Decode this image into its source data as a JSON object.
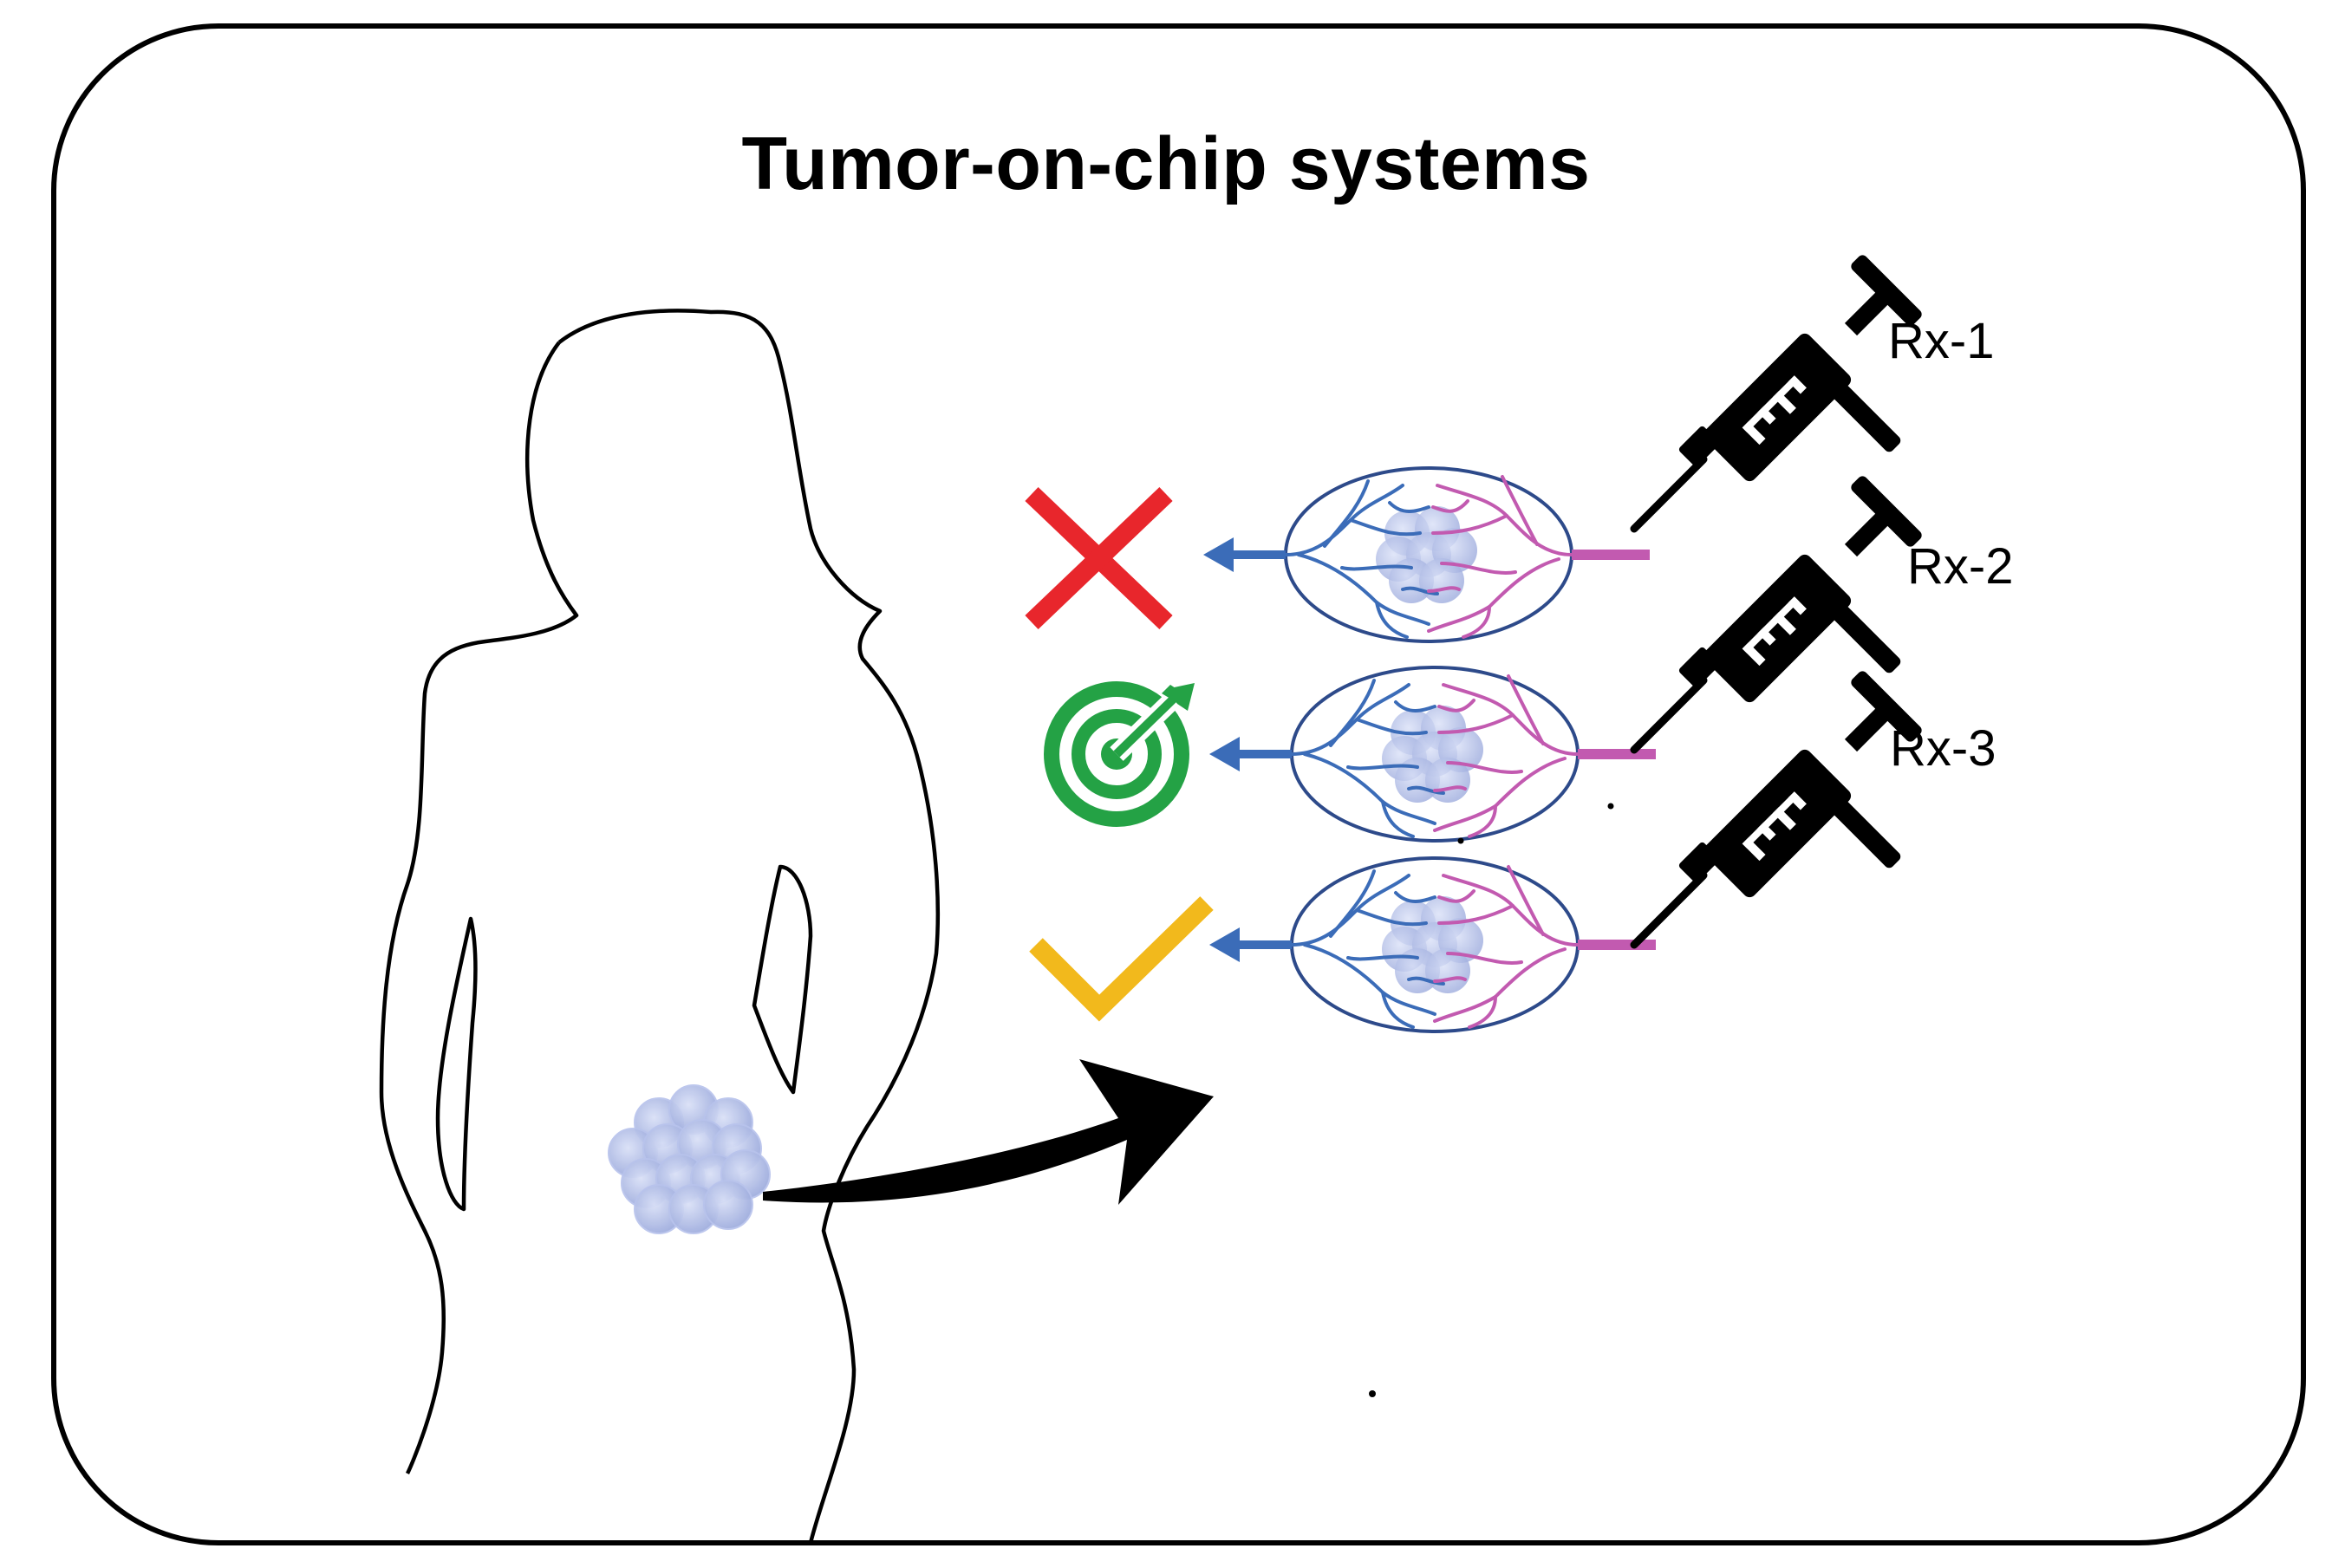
{
  "figure": {
    "title": "Tumor-on-chip systems"
  },
  "treatments": [
    {
      "label": "Rx-1",
      "outcome_icon": "red-x-icon",
      "outcome_color": "#e8262c"
    },
    {
      "label": "Rx-2",
      "outcome_icon": "green-target-icon",
      "outcome_color": "#24a245"
    },
    {
      "label": "Rx-3",
      "outcome_icon": "yellow-check-icon",
      "outcome_color": "#f2b91c"
    }
  ],
  "colors": {
    "outline": "#000000",
    "vessel_blue": "#3b6cb8",
    "vessel_pink": "#c25ab0",
    "chip_border": "#2d4a8a",
    "tumor": "#a8b6e6"
  },
  "icons": [
    "human-silhouette-icon",
    "tumor-cluster-icon",
    "curved-arrow-icon",
    "syringe-icon"
  ]
}
